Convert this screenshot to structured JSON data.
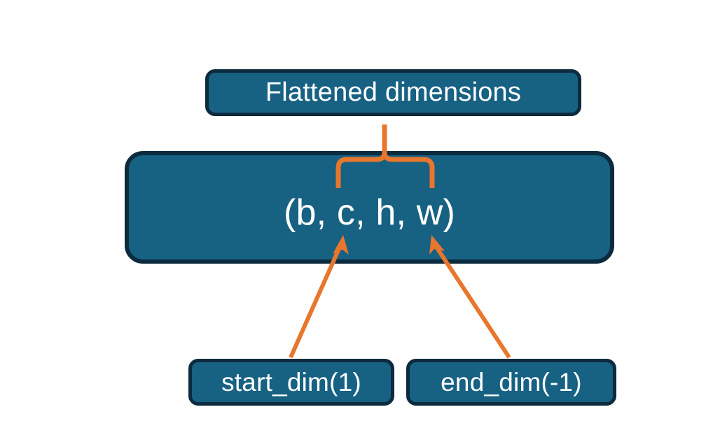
{
  "diagram": {
    "title_node": {
      "label": "Flattened dimensions"
    },
    "shape_node": {
      "label": "(b, c, h, w)"
    },
    "param_nodes": [
      {
        "label": "start_dim(1)"
      },
      {
        "label": "end_dim(-1)"
      }
    ],
    "colors": {
      "box_fill": "#176183",
      "box_border": "#0d2b3e",
      "connector": "#E8762C",
      "text": "#ffffff",
      "background": "#ffffff"
    },
    "connectors": {
      "brace_label": "brace-spanning-c-h-w",
      "arrow_left_label": "arrow-start-dim-to-c",
      "arrow_right_label": "arrow-end-dim-to-w"
    }
  }
}
